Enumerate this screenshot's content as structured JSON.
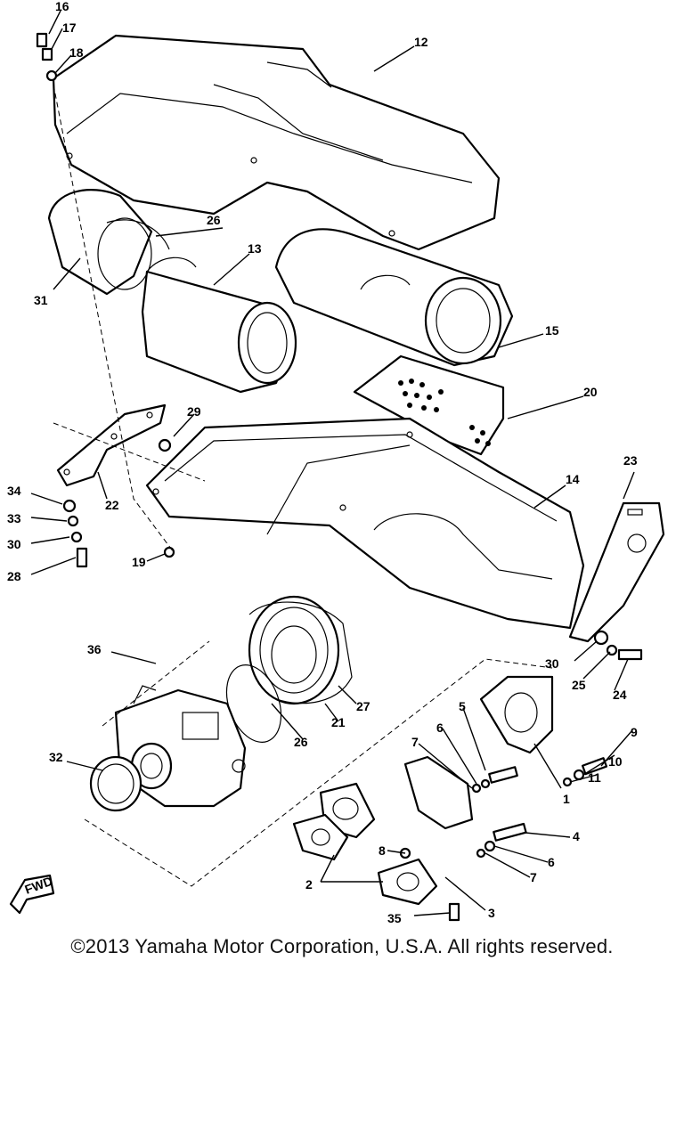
{
  "diagram": {
    "fwd_label": "FWD",
    "callouts": [
      "1",
      "2",
      "3",
      "4",
      "5",
      "6",
      "7",
      "8",
      "9",
      "10",
      "11",
      "12",
      "13",
      "14",
      "15",
      "16",
      "17",
      "18",
      "19",
      "20",
      "21",
      "22",
      "23",
      "24",
      "25",
      "26",
      "27",
      "28",
      "29",
      "30",
      "31",
      "32",
      "33",
      "34",
      "35",
      "36"
    ]
  },
  "copyright": "©2013 Yamaha Motor Corporation, U.S.A. All rights reserved."
}
